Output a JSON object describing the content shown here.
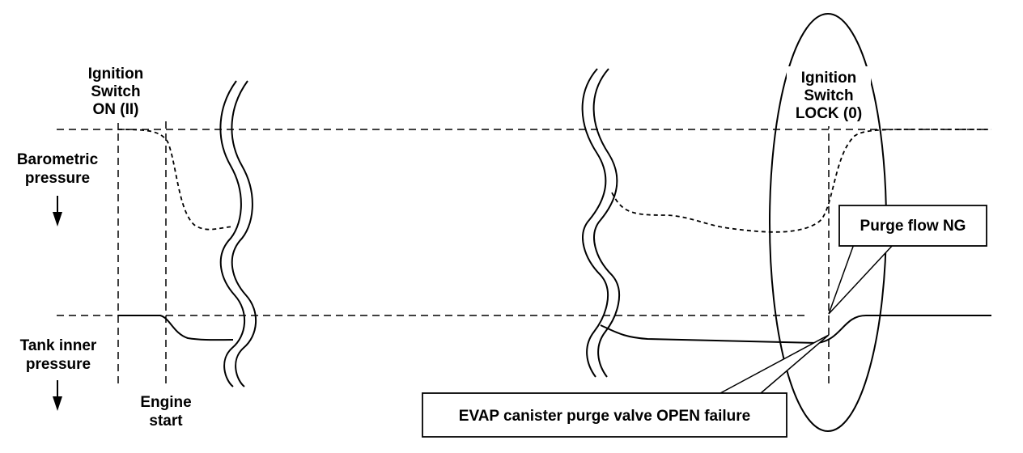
{
  "labels": {
    "ignition_on": [
      "Ignition",
      "Switch",
      "ON (II)"
    ],
    "ignition_lock": [
      "Ignition",
      "Switch",
      "LOCK (0)"
    ],
    "barometric": [
      "Barometric",
      "pressure"
    ],
    "tank": [
      "Tank inner",
      "pressure"
    ],
    "engine_start": [
      "Engine",
      "start"
    ],
    "purge_flow_ng": "Purge flow NG",
    "evap_failure": "EVAP canister purge valve OPEN failure"
  },
  "colors": {
    "ink": "#000000",
    "paper": "#ffffff"
  }
}
